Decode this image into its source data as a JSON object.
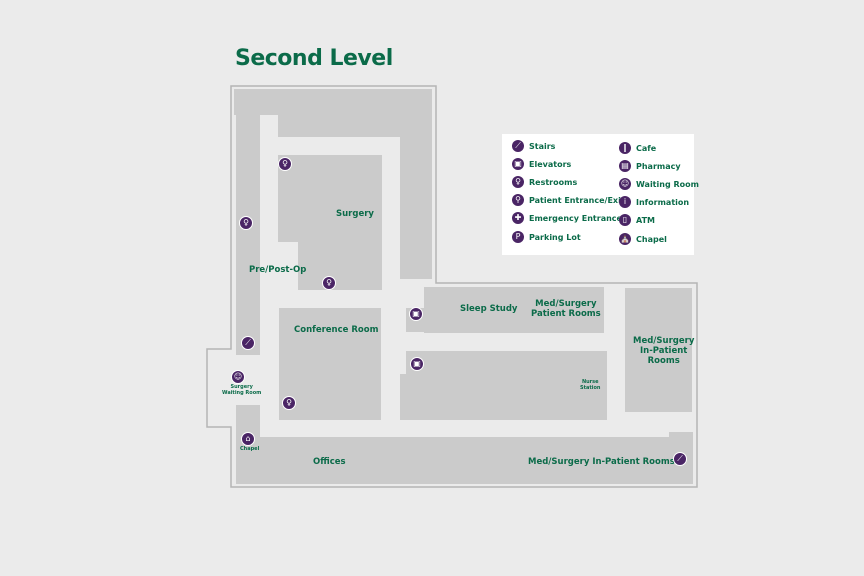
{
  "title": "Second Level",
  "colors": {
    "accent": "#0b6b49",
    "icon": "#4a2565",
    "room": "#cbcbcb",
    "corridor": "#ebebeb"
  },
  "rooms": {
    "surgery": "Surgery",
    "pre_post_op": "Pre/Post-Op",
    "conference_room": "Conference Room",
    "surgery_waiting_room": [
      "Surgery",
      "Waiting Room"
    ],
    "chapel": "Chapel",
    "offices": "Offices",
    "sleep_study": "Sleep Study",
    "med_surgery_patient_rooms": [
      "Med/Surgery",
      "Patient Rooms"
    ],
    "med_surgery_in_patient_rooms_right": [
      "Med/Surgery",
      "In-Patient",
      "Rooms"
    ],
    "nurse_station": [
      "Nurse",
      "Station"
    ],
    "med_surgery_in_patient_rooms_bottom": "Med/Surgery In-Patient Rooms"
  },
  "legend": {
    "left": [
      {
        "icon": "stairs-icon",
        "glyph": "⟋",
        "label": "Stairs"
      },
      {
        "icon": "elevator-icon",
        "glyph": "▣",
        "label": "Elevators"
      },
      {
        "icon": "restroom-icon",
        "glyph": "♀",
        "label": "Restrooms"
      },
      {
        "icon": "patient-entrance-icon",
        "glyph": "⚲",
        "label": "Patient Entrance/Exit"
      },
      {
        "icon": "emergency-icon",
        "glyph": "✚",
        "label": "Emergency Entrance"
      },
      {
        "icon": "parking-icon",
        "glyph": "P",
        "label": "Parking Lot"
      }
    ],
    "right": [
      {
        "icon": "cafe-icon",
        "glyph": "‖",
        "label": "Cafe"
      },
      {
        "icon": "pharmacy-icon",
        "glyph": "▤",
        "label": "Pharmacy"
      },
      {
        "icon": "waiting-room-icon",
        "glyph": "☺",
        "label": "Waiting Room"
      },
      {
        "icon": "information-icon",
        "glyph": "i",
        "label": "Information"
      },
      {
        "icon": "atm-icon",
        "glyph": "▯",
        "label": "ATM"
      },
      {
        "icon": "chapel-icon",
        "glyph": "⛪",
        "label": "Chapel"
      }
    ]
  },
  "map_icons": {
    "restroom": "♀",
    "stairs": "⟋",
    "elevator": "▣",
    "waiting": "☺",
    "chapel": "⌂"
  }
}
